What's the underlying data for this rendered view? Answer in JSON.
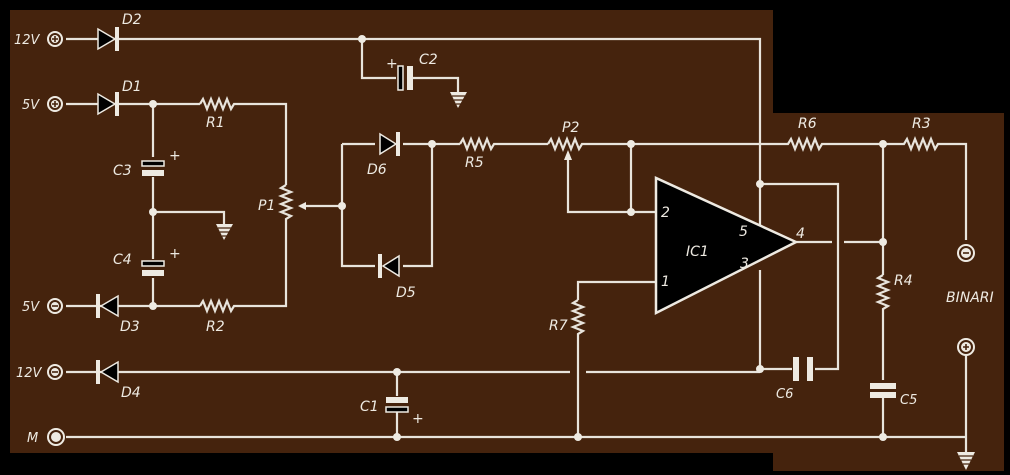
{
  "diagram": {
    "title": "Binari track power circuit schematic",
    "colors": {
      "board": "#45230d",
      "trace": "#e8e4dc",
      "background": "#000000",
      "ic_fill": "#000000"
    },
    "terminals": [
      {
        "id": "t12p",
        "label": "12V",
        "polarity": "+"
      },
      {
        "id": "t5p",
        "label": "5V",
        "polarity": "+"
      },
      {
        "id": "t5n",
        "label": "5V",
        "polarity": "-"
      },
      {
        "id": "t12n",
        "label": "12V",
        "polarity": "-"
      },
      {
        "id": "tm",
        "label": "M",
        "polarity": ""
      }
    ],
    "diodes": [
      "D1",
      "D2",
      "D3",
      "D4",
      "D5",
      "D6"
    ],
    "resistors": [
      "R1",
      "R2",
      "R3",
      "R4",
      "R5",
      "R6",
      "R7"
    ],
    "potentiometers": [
      "P1",
      "P2"
    ],
    "capacitors": [
      "C1",
      "C2",
      "C3",
      "C4",
      "C5",
      "C6"
    ],
    "polarity_mark": "+",
    "ic": {
      "label": "IC1",
      "pins": [
        "1",
        "2",
        "3",
        "4",
        "5"
      ]
    },
    "output": {
      "label": "BINARI",
      "neg": "-",
      "pos": "+"
    }
  }
}
